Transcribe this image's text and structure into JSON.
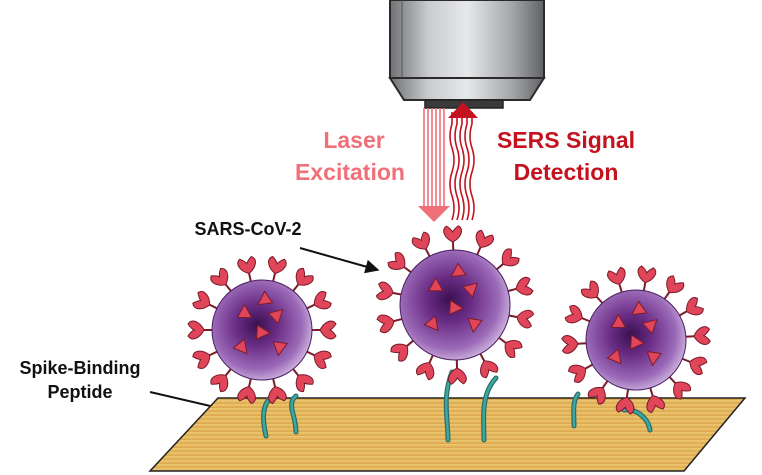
{
  "labels": {
    "laser_line1": "Laser",
    "laser_line2": "Excitation",
    "sers_line1": "SERS Signal",
    "sers_line2": "Detection",
    "virus": "SARS-CoV-2",
    "peptide_line1": "Spike-Binding",
    "peptide_line2": "Peptide"
  },
  "colors": {
    "laser": "#f0707a",
    "signal": "#c4121e",
    "virus_core": "#6a2d86",
    "virus_glow": "#cfaee0",
    "spike": "#e0455a",
    "peptide": "#3ea8a0",
    "substrate": "#e7b65c",
    "objective": "#a8aaad"
  }
}
